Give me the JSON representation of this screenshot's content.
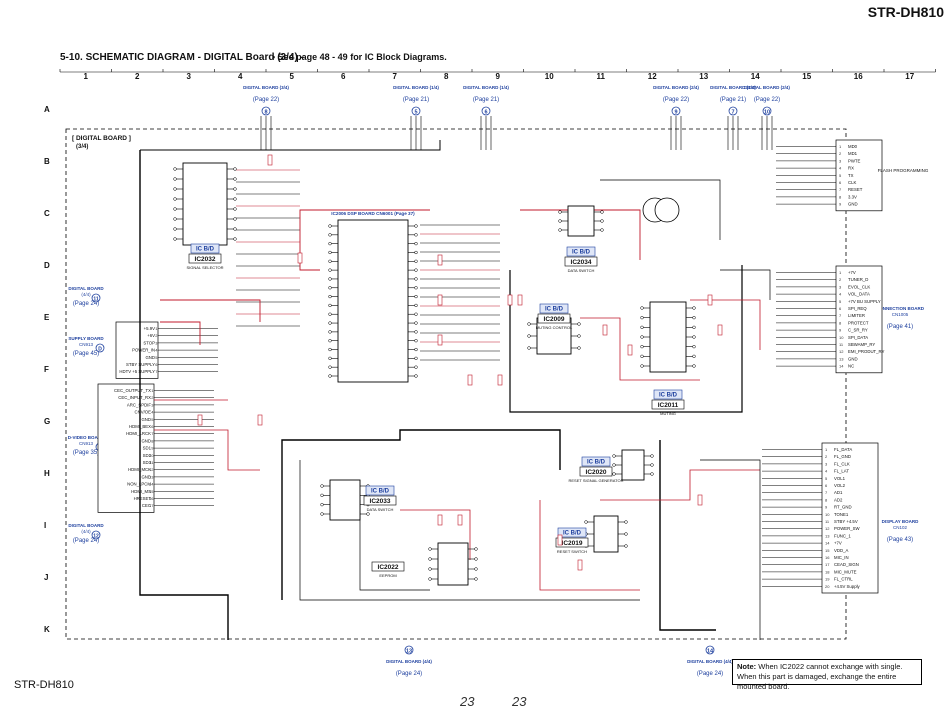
{
  "header": {
    "model": "STR-DH810",
    "section_title": "5-10.  SCHEMATIC  DIAGRAM - DIGITAL Board (3/4) -",
    "block_note": "• See page 48 - 49 for IC Block Diagrams."
  },
  "grid": {
    "columns": [
      "1",
      "2",
      "3",
      "4",
      "5",
      "6",
      "7",
      "8",
      "9",
      "10",
      "11",
      "12",
      "13",
      "14",
      "15",
      "16",
      "17"
    ],
    "rows": [
      "A",
      "B",
      "C",
      "D",
      "E",
      "F",
      "G",
      "H",
      "I",
      "J",
      "K"
    ]
  },
  "board_label": {
    "line1": "[ DIGITAL BOARD ]",
    "line2": "(3/4)"
  },
  "top_connectors": [
    {
      "name": "DIGITAL BOARD",
      "sub": "(3/4)",
      "page": "(Page 22)",
      "num": "8"
    },
    {
      "name": "DIGITAL BOARD",
      "sub": "(1/4)",
      "page": "(Page 21)",
      "num": "5"
    },
    {
      "name": "DIGITAL BOARD",
      "sub": "(1/4)",
      "page": "(Page 21)",
      "num": "6"
    },
    {
      "name": "DIGITAL BOARD",
      "sub": "(2/4)",
      "page": "(Page 22)",
      "num": "9"
    },
    {
      "name": "DIGITAL BOARD",
      "sub": "(1/4)",
      "page": "(Page 21)",
      "num": "7"
    },
    {
      "name": "DIGITAL BOARD",
      "sub": "(2/4)",
      "page": "(Page 22)",
      "num": "10"
    }
  ],
  "bottom_connectors": [
    {
      "name": "DIGITAL BOARD",
      "sub": "(4/4)",
      "page": "(Page 24)",
      "num": "13"
    },
    {
      "name": "DIGITAL BOARD",
      "sub": "(4/4)",
      "page": "(Page 24)",
      "num": "14"
    }
  ],
  "left_connectors": [
    {
      "name": "DIGITAL BOARD",
      "sub": "(4/4)",
      "page": "(Page 24)",
      "num": "11"
    },
    {
      "name": "SUPPLY BOARD",
      "sub": "CN913",
      "page": "(Page 45)",
      "num": "D"
    },
    {
      "name": "D-VIDEO BOARD",
      "sub": "CN913",
      "page": "(Page 35)",
      "num": "E"
    },
    {
      "name": "DIGITAL BOARD",
      "sub": "(4/4)",
      "page": "(Page 24)",
      "num": "12"
    }
  ],
  "right_connectors": [
    {
      "name": "CONNECTION BOARD",
      "sub": "CN1005",
      "page": "(Page 41)",
      "num": "G"
    },
    {
      "name": "DISPLAY BOARD",
      "sub": "CN102",
      "page": "(Page 43)",
      "num": "F"
    }
  ],
  "ics": [
    {
      "type": "IC B/D",
      "ref": "IC2032",
      "desc": "SIGNAL SELECTOR"
    },
    {
      "type": "",
      "ref": "IC2006",
      "desc": "DSP BOARD CN6001",
      "page": "(Page 37)"
    },
    {
      "type": "IC B/D",
      "ref": "IC2034",
      "desc": "DATA SWITCH"
    },
    {
      "type": "IC B/D",
      "ref": "IC2009",
      "desc": "MUTING CONTROL"
    },
    {
      "type": "IC B/D",
      "ref": "IC2011",
      "desc": "MUTING"
    },
    {
      "type": "IC B/D",
      "ref": "IC2033",
      "desc": "DATA SWITCH"
    },
    {
      "type": "IC B/D",
      "ref": "IC2020",
      "desc": "RESET SIGNAL GENERATOR"
    },
    {
      "type": "IC B/D",
      "ref": "IC2019",
      "desc": "RESET SWITCH"
    },
    {
      "type": "",
      "ref": "IC2022",
      "desc": "EEPROM"
    }
  ],
  "flash_label": "FLASH PROGRAMMING",
  "flash_pins": [
    "MD0",
    "MD1",
    "PWTE",
    "RX",
    "TX",
    "CLK",
    "RESET",
    "3.3V",
    "GND"
  ],
  "conn_g_pins": [
    "+7V",
    "TUNER_D",
    "EVOL_CLK",
    "VOL_DATA",
    "+7V BU SUPPLY",
    "SPI_REQ",
    "LIMITER",
    "PROTECT",
    "C_SR_RY",
    "SPI_DATA",
    "SBWAMP_RY",
    "EMI_PRODUT_RY",
    "GND",
    "NC"
  ],
  "conn_f_pins": [
    "FL_DATA",
    "FL_GND",
    "FL_CLK",
    "FL_LAT",
    "VOL1",
    "VOL2",
    "AD1",
    "AD2",
    "RT_GND",
    "TONE1",
    "STBY +4.5V",
    "POWER_SW",
    "FUNC_1",
    "+7V",
    "VDD_A",
    "MIC_IN",
    "CEAD_SIGN",
    "MIC_MUTE",
    "FL_CTRL",
    "+4.5V Supply"
  ],
  "supply_pins": [
    "+5.9V",
    "+6V",
    "STOP",
    "POWER_IN",
    "GND",
    "STBY SUPPLY",
    "HDTV +5 SUPPLY"
  ],
  "dvideo_pins": [
    "CEC_OUTPUT_TX",
    "CEC_INPUT_RX",
    "ARC_SPDIF",
    "CNV/OE",
    "GND",
    "HDMI_BEX",
    "HDMI_LRCK",
    "GND",
    "SD1",
    "SD2",
    "SD3",
    "HDMI_MCK",
    "GND",
    "NON_LPCM",
    "HDMI_MS",
    "HRESET",
    "CEC"
  ],
  "note": {
    "label": "Note:",
    "text": "When IC2022 cannot exchange with single. When this part is damaged, exchange the entire mounted board."
  },
  "page_numbers": [
    "23",
    "23"
  ],
  "footer_model": "STR-DH810",
  "colors": {
    "wire": "#000000",
    "red_wire": "#c0192b",
    "ic_blue": "#1d3f9e",
    "box_fill": "#ffffff"
  }
}
